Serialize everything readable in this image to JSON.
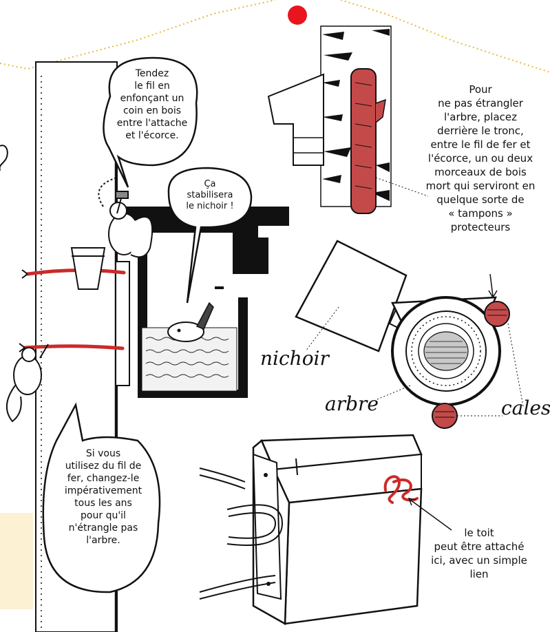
{
  "bubbles": {
    "fil_en": [
      "Tendez",
      "le fil en",
      "enfonçant un",
      "coin en bois",
      "entre l'attache",
      "et l'écorce."
    ],
    "stabilise": [
      "Ça",
      "stabilisera",
      "le nichoir !"
    ],
    "fer": [
      "Si vous",
      "utilisez du fil de",
      "fer, changez-le",
      "impérativement",
      "tous les ans",
      "pour qu'il",
      "n'étrangle pas",
      "l'arbre."
    ]
  },
  "notes": {
    "tampons": [
      "Pour",
      "ne pas étrangler",
      "l'arbre, placez",
      "derrière le tronc,",
      "entre le fil de fer et",
      "l'écorce, un ou deux",
      "morceaux de bois",
      "mort qui serviront en",
      "quelque sorte de",
      "« tampons »",
      "protecteurs"
    ],
    "toit": [
      "le toit",
      "peut être attaché",
      "ici, avec un simple",
      "lien"
    ]
  },
  "labels": {
    "nichoir": "nichoir",
    "arbre": "arbre",
    "cales": "cales"
  },
  "colors": {
    "accent_red": "#e8151f",
    "rope_red": "#cc2a2a",
    "wood_red": "#c44a4a",
    "dotted_yellow": "#e8b93b",
    "note_bg": "#fdf1d3"
  }
}
